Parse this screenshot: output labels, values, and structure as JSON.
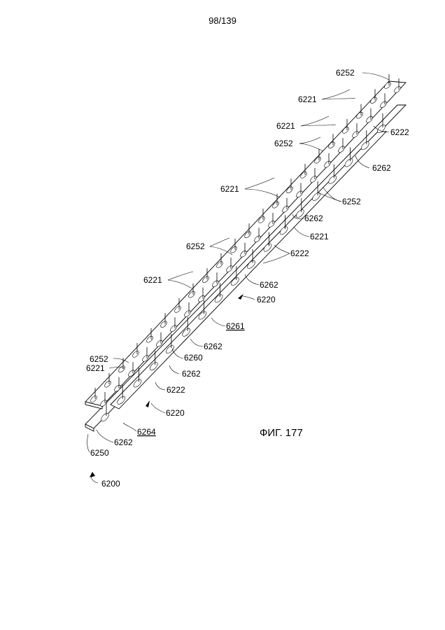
{
  "page_number": "98/139",
  "figure_caption": "ФИГ. 177",
  "labels": {
    "l6252_top": "6252",
    "l6221_a": "6221",
    "l6221_b": "6221",
    "l6222_a": "6222",
    "l6252_b": "6252",
    "l6262_a": "6262",
    "l6221_c": "6221",
    "l6252_c": "6252",
    "l6262_b": "6262",
    "l6221_d": "6221",
    "l6252_d": "6252",
    "l6222_b": "6222",
    "l6221_e": "6221",
    "l6262_c": "6262",
    "l6220_a": "6220",
    "l6261": "6261",
    "l6262_d": "6262",
    "l6252_e": "6252",
    "l6260": "6260",
    "l6221_f": "6221",
    "l6262_e": "6262",
    "l6222_c": "6222",
    "l6220_b": "6220",
    "l6264": "6264",
    "l6262_f": "6262",
    "l6250": "6250",
    "l6200": "6200"
  }
}
